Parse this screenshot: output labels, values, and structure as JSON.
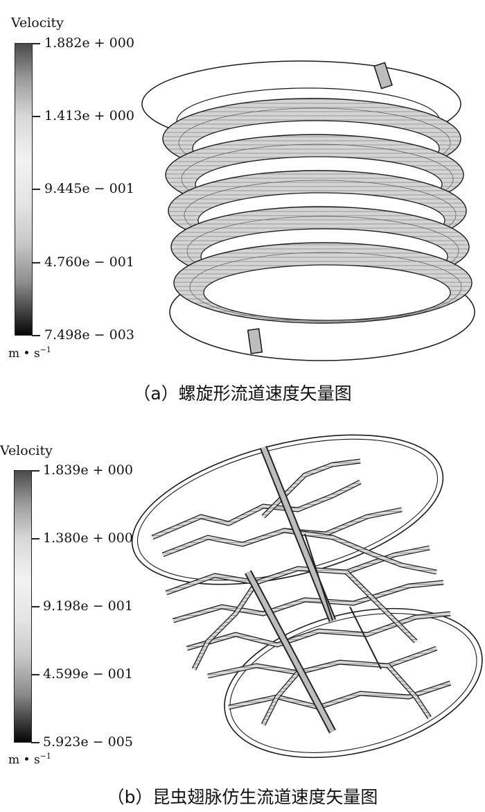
{
  "panel_a": {
    "legend_title": "Velocity",
    "ticks": [
      "1.882e + 000",
      "1.413e + 000",
      "9.445e − 001",
      "4.760e − 001",
      "7.498e − 003"
    ],
    "unit_base": "m • s",
    "unit_exp": "−1",
    "caption": "（a）螺旋形流道速度矢量图"
  },
  "panel_b": {
    "legend_title": "Velocity",
    "ticks": [
      "1.839e + 000",
      "1.380e + 000",
      "9.198e − 001",
      "4.599e − 001",
      "5.923e − 005"
    ],
    "unit_base": "m • s",
    "unit_exp": "−1",
    "caption": "（b）昆虫翅脉仿生流道速度矢量图"
  },
  "colors": {
    "bar_top": "#4a4a4a",
    "bar_mid": "#f2f2f2",
    "bar_bottom": "#050505",
    "stroke": "#1a1a1a",
    "fill": "#cfcfcf"
  }
}
